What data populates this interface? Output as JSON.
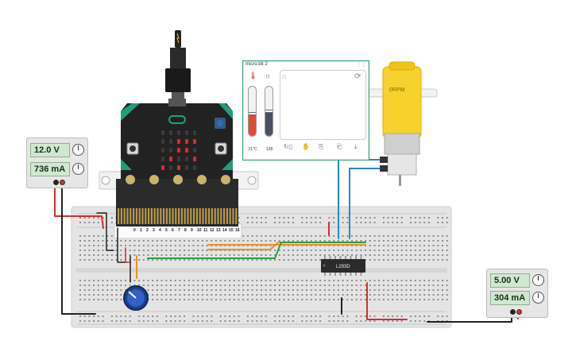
{
  "psu_left": {
    "voltage": "12.0 V",
    "current": "736 mA"
  },
  "psu_right": {
    "voltage": "5.00 V",
    "current": "304 mA"
  },
  "microbit_panel": {
    "title": "micro:bit 2",
    "temperature": "21°C",
    "light": "128",
    "temperature_level": 0.45,
    "light_level": 0.5,
    "icons": {
      "temperature": "thermometer-icon",
      "light": "sun-icon",
      "home": "home-icon",
      "rotate": "rotate-icon",
      "gestures": [
        "shake-icon",
        "tilt-icon",
        "face-up-icon",
        "face-down-icon",
        "freefall-icon"
      ]
    }
  },
  "motor": {
    "label": "0RPM"
  },
  "chip": {
    "label": "L293D"
  },
  "microbit_pins": [
    "0",
    "1",
    "2",
    "3",
    "4",
    "5",
    "6",
    "7",
    "8",
    "9",
    "10",
    "11",
    "12",
    "13",
    "14",
    "15",
    "16"
  ],
  "led_matrix_on": [
    [
      0,
      0,
      0,
      0,
      0
    ],
    [
      0,
      0,
      1,
      1,
      1
    ],
    [
      0,
      0,
      1,
      1,
      0
    ],
    [
      0,
      1,
      0,
      0,
      1
    ],
    [
      1,
      0,
      1,
      0,
      0
    ]
  ],
  "colors": {
    "wire_red": "#d32f2f",
    "wire_black": "#222222",
    "wire_green": "#2e9e3e",
    "wire_orange": "#e8902a",
    "wire_blue": "#2a86c7",
    "microbit_green": "#1f9e7c",
    "motor_yellow": "#f7d22c",
    "breadboard": "#e4e4e4"
  }
}
